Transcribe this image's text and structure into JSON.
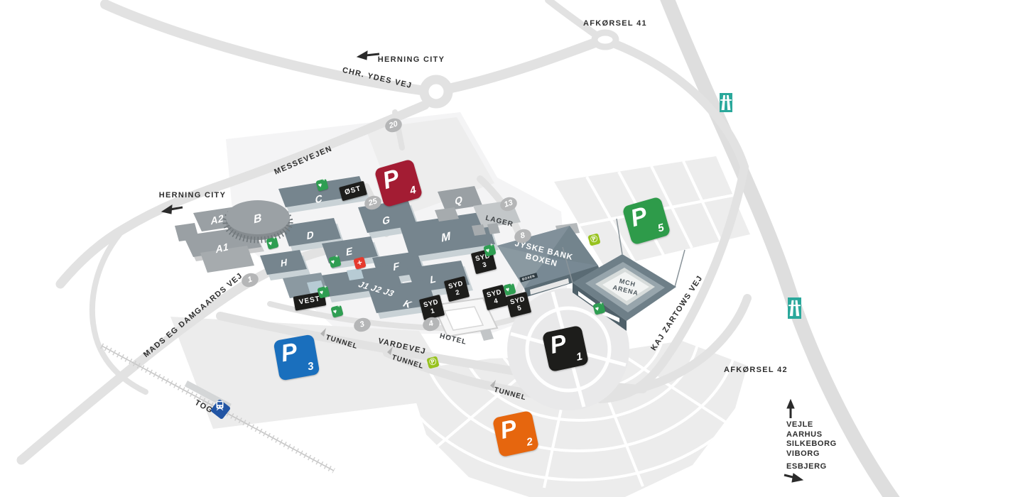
{
  "exits": {
    "afkorsel_41": "AFKØRSEL 41",
    "afkorsel_42": "AFKØRSEL 42"
  },
  "directions": {
    "herning_city": "HERNING CITY",
    "north_list": [
      "VEJLE",
      "AARHUS",
      "SILKEBORG",
      "VIBORG"
    ],
    "south": "ESBJERG",
    "train": "TOG"
  },
  "roads": {
    "chr_ydes_vej": "CHR. YDES VEJ",
    "messevejen": "MESSEVEJEN",
    "mads_eg_damgaards_vej": "MADS EG DAMGAARDS VEJ",
    "vardevej": "VARDEVEJ",
    "kaj_zartows_vej": "KAJ ZARTOWS VEJ",
    "tunnel": "TUNNEL"
  },
  "road_numbers": [
    "20",
    "25",
    "13",
    "8",
    "1",
    "3",
    "4"
  ],
  "halls": {
    "a1": "A1",
    "a2": "A2",
    "b": "B",
    "c": "C",
    "d": "D",
    "e": "E",
    "f": "F",
    "g": "G",
    "h": "H",
    "j": "J1 J2 J3",
    "k": "K",
    "l": "L",
    "m": "M",
    "q": "Q"
  },
  "venues": {
    "boxen_line1": "JYSKE BANK",
    "boxen_line2": "BOXEN",
    "boxen_logo": "BOXEN",
    "arena_line1": "MCH",
    "arena_line2": "ARENA",
    "hotel": "HOTEL",
    "lager": "LAGER"
  },
  "entrances": {
    "ost": "ØST",
    "vest": "VEST",
    "syd": "SYD",
    "syd_numbers": [
      "1",
      "2",
      "3",
      "4",
      "5"
    ]
  },
  "parking_signs": [
    {
      "letter": "P",
      "number": "1",
      "color": "#1d1d1b"
    },
    {
      "letter": "P",
      "number": "2",
      "color": "#e6660e"
    },
    {
      "letter": "P",
      "number": "3",
      "color": "#1a6fbd"
    },
    {
      "letter": "P",
      "number": "4",
      "color": "#a31c33"
    },
    {
      "letter": "P",
      "number": "5",
      "color": "#2e9b4a"
    }
  ],
  "icons": {
    "aed": "♥",
    "aed_plus": "+",
    "first_aid": "+",
    "parking_guidance": "Ⓟ",
    "colors": {
      "aed_green": "#2f9e52",
      "first_aid_red": "#e63a2e",
      "guidance_lime": "#97c21e",
      "motorway_teal": "#2aa89b",
      "train_blue": "#2255a4"
    }
  },
  "map_colors": {
    "road": "#e2e2e2",
    "parking_lot": "#ececec",
    "hall_teal": "#76858e",
    "building_gray": "#9aa0a4",
    "text": "#2e2e2e"
  }
}
